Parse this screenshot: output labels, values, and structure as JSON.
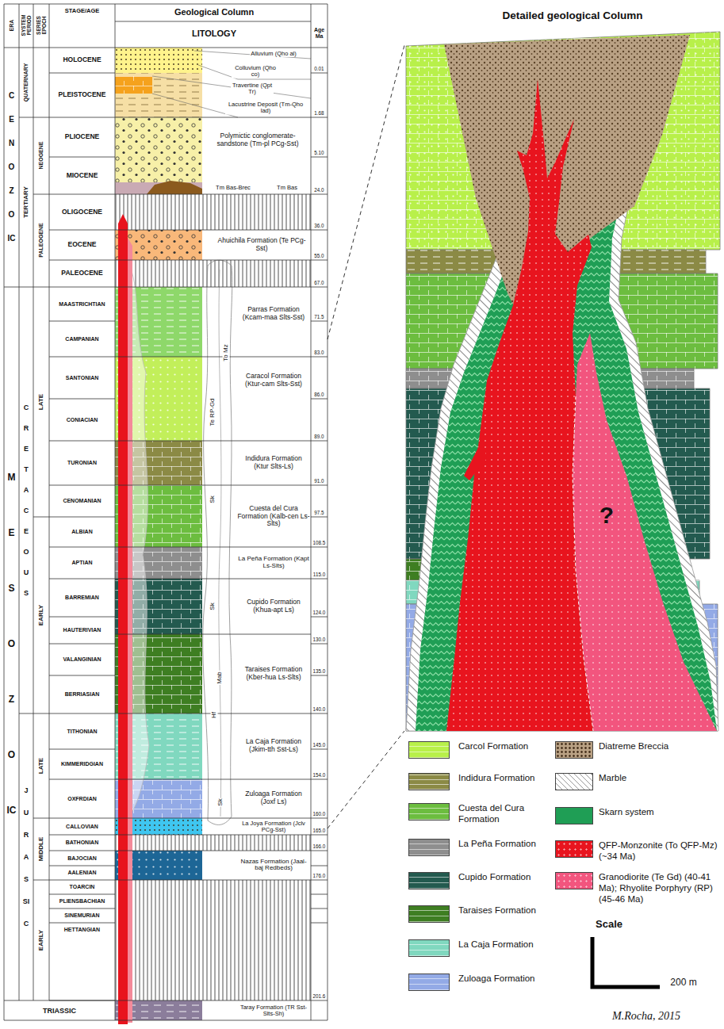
{
  "diagram": {
    "labels": [
      "Geological Column",
      "LITOLOGY",
      "ERA",
      "SYSTEM PERIOD",
      "SERIES EPOCH",
      "STAGE/AGE",
      "Age Ma",
      "CENOZOIC",
      "QUATERNARY",
      "TERTIARY",
      "NEOGENE",
      "PALEOGENE",
      "HOLOCENE",
      "PLEISTOCENE",
      "PLIOCENE",
      "MIOCENE",
      "OLIGOCENE",
      "EOCENE",
      "PALEOCENE",
      "MESOZOIC",
      "CRETACEOUS",
      "LATE",
      "EARLY",
      "MAASTRICHTIAN",
      "CAMPANIAN",
      "SANTONIAN",
      "CONIACIAN",
      "TURONIAN",
      "CENOMANIAN",
      "ALBIAN",
      "APTIAN",
      "BARREMIAN",
      "HAUTERIVIAN",
      "VALANGINIAN",
      "BERRIASIAN",
      "JURASSIC",
      "LATE",
      "MIDDLE",
      "EARLY",
      "TITHONIAN",
      "KIMMERIDGIAN",
      "OXFRDIAN",
      "CALLOVIAN",
      "BATHONIAN",
      "BAJOCIAN",
      "AALENIAN",
      "TOARCIN",
      "PLIENSBACHIAN",
      "SINEMURIAN",
      "HETTANGIAN",
      "TRIASSIC",
      "Alluvium (Qho al)",
      "Colluvium (Qho co)",
      "Travertine (Qpt Tr)",
      "Lacustrine Deposit (Tm-Qho lad)",
      "Polymictic conglomerate-sandstone (Tm-pl PCg-Sst)",
      "Tm Bas-Brec",
      "Tm Bas",
      "Ahuichila Formation (Te PCg-Sst)",
      "Parras Formation (Kcam-maa Slts-Sst)",
      "Caracol Formation (Ktur-cam Slts-Sst)",
      "Indidura Formation (Ktur Slts-Ls)",
      "Cuesta del Cura Formation (Kalb-cen Ls-Slts)",
      "La Peña Formation (Kapt Ls-Slts)",
      "Cupido Formation (Khua-apt Ls)",
      "Taraises Formation (Kber-hua Ls-Slts)",
      "La Caja Formation (Jkim-tth Sst-Ls)",
      "Zuloaga Formation (Joxf Ls)",
      "La Joya Formation (Jclv PCg-Sst)",
      "Nazas Formation (Jaal-baj Redbeds)",
      "Taray Formation (TR Sst-Slts-Sh)",
      "Te RP-Gd",
      "To Mz",
      "Sk",
      "Sk",
      "Mab",
      "Hf",
      "Sk",
      "0.01",
      "1.68",
      "5.10",
      "24.0",
      "36.0",
      "55.0",
      "67.0",
      "71.5",
      "83.0",
      "86.0",
      "89.0",
      "91.0",
      "97.5",
      "108.5",
      "115.0",
      "124.0",
      "130.0",
      "135.0",
      "140.0",
      "145.0",
      "154.0",
      "160.0",
      "165.0",
      "166.0",
      "176.0",
      "201.6",
      "Detailed geological Column",
      "?",
      "Scale",
      "200 m",
      "M.Rocha, 2015"
    ],
    "legend": [
      {
        "text": "Carcol Formation",
        "color": "#b8f04a"
      },
      {
        "text": "Indidura Formation",
        "color": "#8b8a45"
      },
      {
        "text": "Cuesta del Cura Formation",
        "color": "#6cbd3f"
      },
      {
        "text": "La Peña Formation",
        "color": "#8e8e8e"
      },
      {
        "text": "Cupido Formation",
        "color": "#235a4f"
      },
      {
        "text": "Taraises Formation",
        "color": "#3e7e22"
      },
      {
        "text": "La Caja Formation",
        "color": "#80d8bf"
      },
      {
        "text": "Zuloaga Formation",
        "color": "#93aae6"
      },
      {
        "text": "Diatreme Breccia",
        "color": "#b9a184"
      },
      {
        "text": "Marble"
      },
      {
        "text": "Skarn system",
        "color": "#1f9e55"
      },
      {
        "text": "QFP-Monzonite (To QFP-Mz) (~34 Ma)",
        "color": "#e8141e"
      },
      {
        "text": "Granodiorite (Te Gd) (40-41 Ma); Rhyolite Porphyry (RP) (45-46 Ma)",
        "color": "#f2557e"
      }
    ]
  }
}
